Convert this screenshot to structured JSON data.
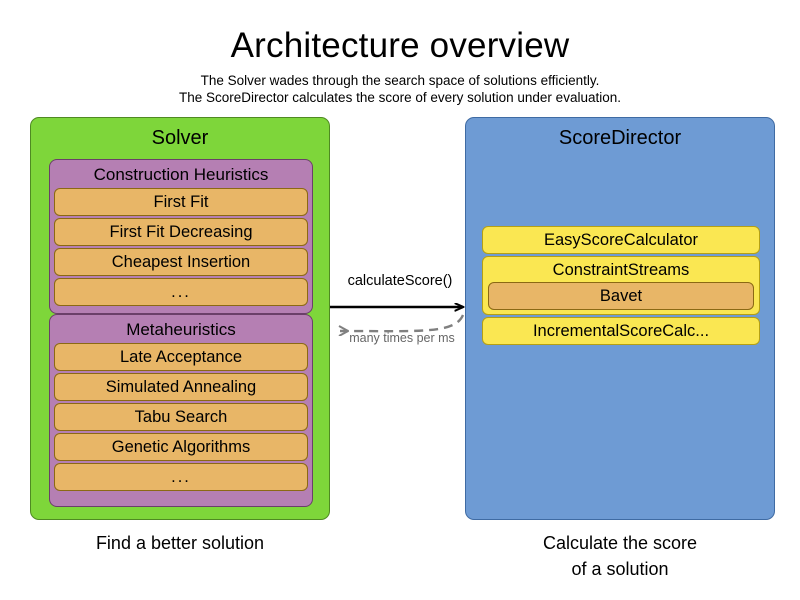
{
  "header": {
    "title": "Architecture overview",
    "subtitle_1": "The Solver wades through the search space of solutions efficiently.",
    "subtitle_2": "The ScoreDirector calculates the score of every solution under evaluation."
  },
  "colors": {
    "solver_panel": "#7ed63a",
    "scoredirector_panel": "#6e9bd4",
    "group_box": "#b57fb3",
    "item_orange": "#e8b667",
    "item_yellow": "#fae752",
    "arrow_solid": "#000000",
    "arrow_dashed": "#808080"
  },
  "solver": {
    "title": "Solver",
    "caption_line_1": "Find a better solution",
    "groups": [
      {
        "title": "Construction Heuristics",
        "items": [
          "First Fit",
          "First Fit Decreasing",
          "Cheapest Insertion",
          "..."
        ]
      },
      {
        "title": "Metaheuristics",
        "items": [
          "Late Acceptance",
          "Simulated Annealing",
          "Tabu Search",
          "Genetic Algorithms",
          "..."
        ]
      }
    ]
  },
  "score_director": {
    "title": "ScoreDirector",
    "caption_line_1": "Calculate the score",
    "caption_line_2": "of a solution",
    "calculators": [
      {
        "label": "EasyScoreCalculator",
        "children": []
      },
      {
        "label": "ConstraintStreams",
        "children": [
          "Bavet"
        ]
      },
      {
        "label": "IncrementalScoreCalc...",
        "children": []
      }
    ]
  },
  "arrows": {
    "call_label": "calculateScore()",
    "frequency_label": "many times per ms"
  }
}
